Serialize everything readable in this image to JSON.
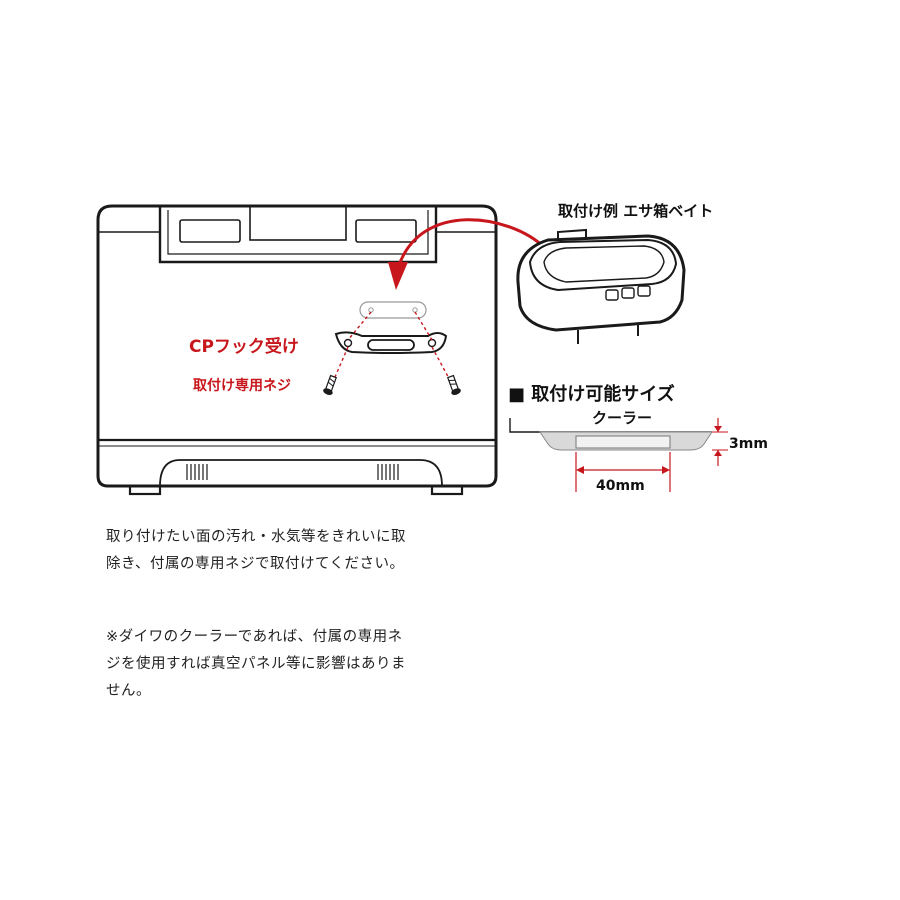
{
  "labels": {
    "cp_hook": "CPフック受け",
    "dedicated_screw": "取付け専用ネジ",
    "example": "取付け例 エサ箱ベイト",
    "size_heading": "取付け可能サイズ",
    "size_bullet": "■",
    "cooler": "クーラー",
    "thickness": "3mm",
    "width": "40mm"
  },
  "notes": {
    "p1": "取り付けたい面の汚れ・水気等をきれいに取除き、付属の専用ネジで取付けてください。",
    "p2": "※ダイワのクーラーであれば、付属の専用ネジを使用すれば真空パネル等に影響はありません。"
  },
  "colors": {
    "accent_red": "#c8161d",
    "outline": "#1a1a1a",
    "panel_gray": "#d9d9d9"
  }
}
